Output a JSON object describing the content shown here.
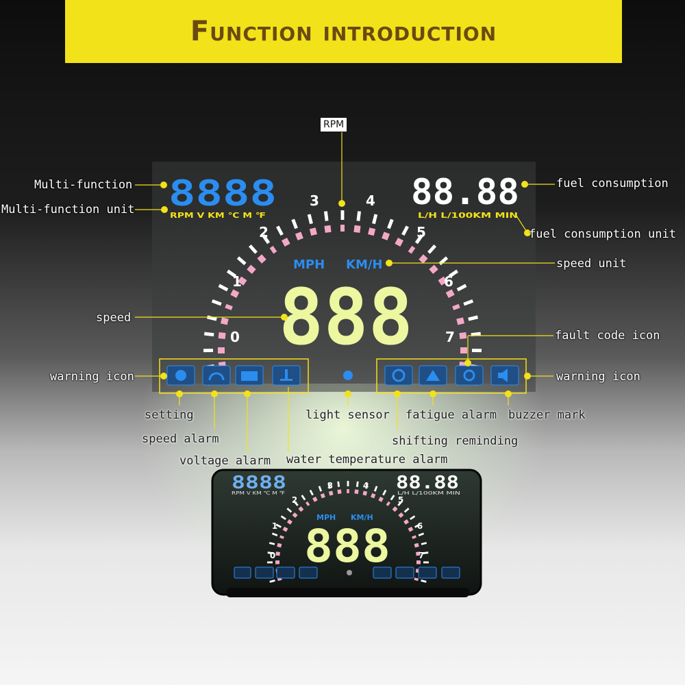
{
  "banner": {
    "title": "Function introduction"
  },
  "hud": {
    "multi_digits": "8888",
    "fuel_digits": "88.88",
    "multi_units": "RPM  V  KM  ℃  M  ℉",
    "fuel_units": "L/H  L/100KM  MIN",
    "speed_digits": "888",
    "speed_unit_mph": "MPH",
    "speed_unit_kmh": "KM/H",
    "dial_numbers": [
      "0",
      "1",
      "2",
      "3",
      "4",
      "5",
      "6",
      "7"
    ]
  },
  "device": {
    "multi_digits": "8888",
    "fuel_digits": "88.88",
    "multi_units": "RPM V KM ℃ M ℉",
    "fuel_units": "L/H  L/100KM  MIN",
    "speed_digits": "888",
    "speed_unit_mph": "MPH",
    "speed_unit_kmh": "KM/H",
    "dial_numbers": [
      "0",
      "1",
      "2",
      "3",
      "4",
      "5",
      "6",
      "7"
    ]
  },
  "labels": {
    "rpm": "RPM",
    "multi_function": "Multi-function",
    "multi_function_unit": "Multi-function unit",
    "fuel_consumption": "fuel consumption",
    "fuel_consumption_unit": "fuel consumption unit",
    "speed_unit": "speed unit",
    "speed": "speed",
    "fault_code_icon": "fault code icon",
    "warning_icon_left": "warning icon",
    "warning_icon_right": "warning icon",
    "setting": "setting",
    "speed_alarm": "speed alarm",
    "voltage_alarm": "voltage alarm",
    "water_temperature_alarm": "water temperature alarm",
    "light_sensor": "light sensor",
    "fatigue_alarm": "fatigue alarm",
    "shifting_reminding": "shifting reminding",
    "buzzer_mark": "buzzer mark"
  },
  "colors": {
    "banner": "#f2e21a",
    "callout": "#f2e21a",
    "multi_display": "#2b8df0",
    "fuel_display": "#ffffff",
    "speed_display": "#ecf7a0",
    "dial_pink": "#f2a8c6",
    "unit_blue": "#2b8df0"
  }
}
